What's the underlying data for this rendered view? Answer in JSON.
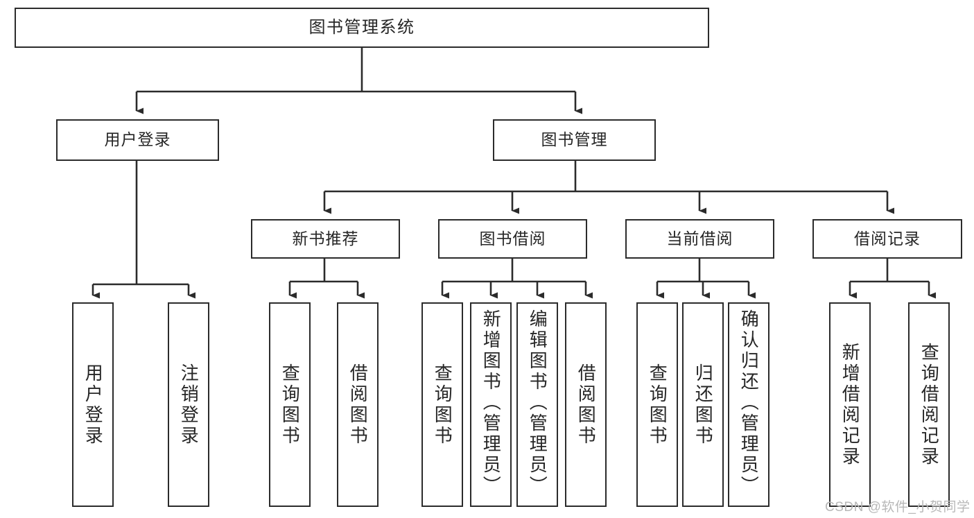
{
  "diagram": {
    "title": "图书管理系统",
    "type": "tree-structure-chart",
    "root": {
      "label": "图书管理系统"
    },
    "level2": [
      {
        "label": "用户登录"
      },
      {
        "label": "图书管理"
      }
    ],
    "level3": [
      {
        "label": "新书推荐"
      },
      {
        "label": "图书借阅"
      },
      {
        "label": "当前借阅"
      },
      {
        "label": "借阅记录"
      }
    ],
    "leaves": {
      "user_login": [
        {
          "label": "用户登录"
        },
        {
          "label": "注销登录"
        }
      ],
      "new_book_recommend": [
        {
          "label": "查询图书"
        },
        {
          "label": "借阅图书"
        }
      ],
      "book_borrow": [
        {
          "label": "查询图书"
        },
        {
          "label": "新增图书（管理员）"
        },
        {
          "label": "编辑图书（管理员）"
        },
        {
          "label": "借阅图书"
        }
      ],
      "current_borrow": [
        {
          "label": "查询图书"
        },
        {
          "label": "归还图书"
        },
        {
          "label": "确认归还（管理员）"
        }
      ],
      "borrow_record": [
        {
          "label": "新增借阅记录"
        },
        {
          "label": "查询借阅记录"
        }
      ]
    }
  },
  "watermark": {
    "text": "CSDN @软件_小贺同学"
  },
  "colors": {
    "box_border": "#2b2b2b",
    "box_fill": "#ffffff",
    "text": "#262626",
    "connector": "#2b2b2b",
    "watermark": "#b8b8b8",
    "background": "#ffffff"
  }
}
